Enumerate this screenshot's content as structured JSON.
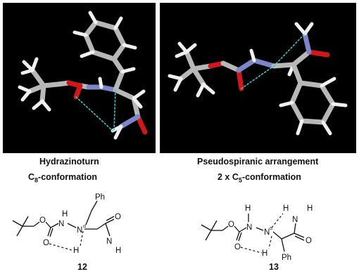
{
  "captions": {
    "left_title": "Hydrazinoturn",
    "left_conf_prefix": "C",
    "left_conf_sub": "8",
    "left_conf_suffix": "-conformation",
    "right_title": "Pseudospiranic arrangement",
    "right_conf_prefix": "2 x C",
    "right_conf_sub": "5",
    "right_conf_suffix": "-conformation"
  },
  "compounds": {
    "left": {
      "number": "12",
      "atoms": {
        "o1": "O",
        "n1": "N",
        "h1": "H",
        "na": "N",
        "na_sup": "α",
        "ph": "Ph",
        "o2": "O",
        "o3": "O",
        "h2": "H",
        "n2": "N",
        "h3": "H"
      }
    },
    "right": {
      "number": "13",
      "atoms": {
        "o1": "O",
        "h_top1": "H",
        "n1": "N",
        "na": "N",
        "na_sup": "α",
        "o2": "O",
        "h_bot": "H",
        "h_top2": "H",
        "n2": "N",
        "h_r": "H",
        "o3": "O",
        "ph": "Ph"
      }
    }
  },
  "colors": {
    "panel_bg": "#000000",
    "carbon": "#b8b8b8",
    "nitrogen": "#7d86c8",
    "oxygen": "#d01818",
    "hydrogen": "#f2f2f2",
    "hbond": "#30d0d0"
  }
}
